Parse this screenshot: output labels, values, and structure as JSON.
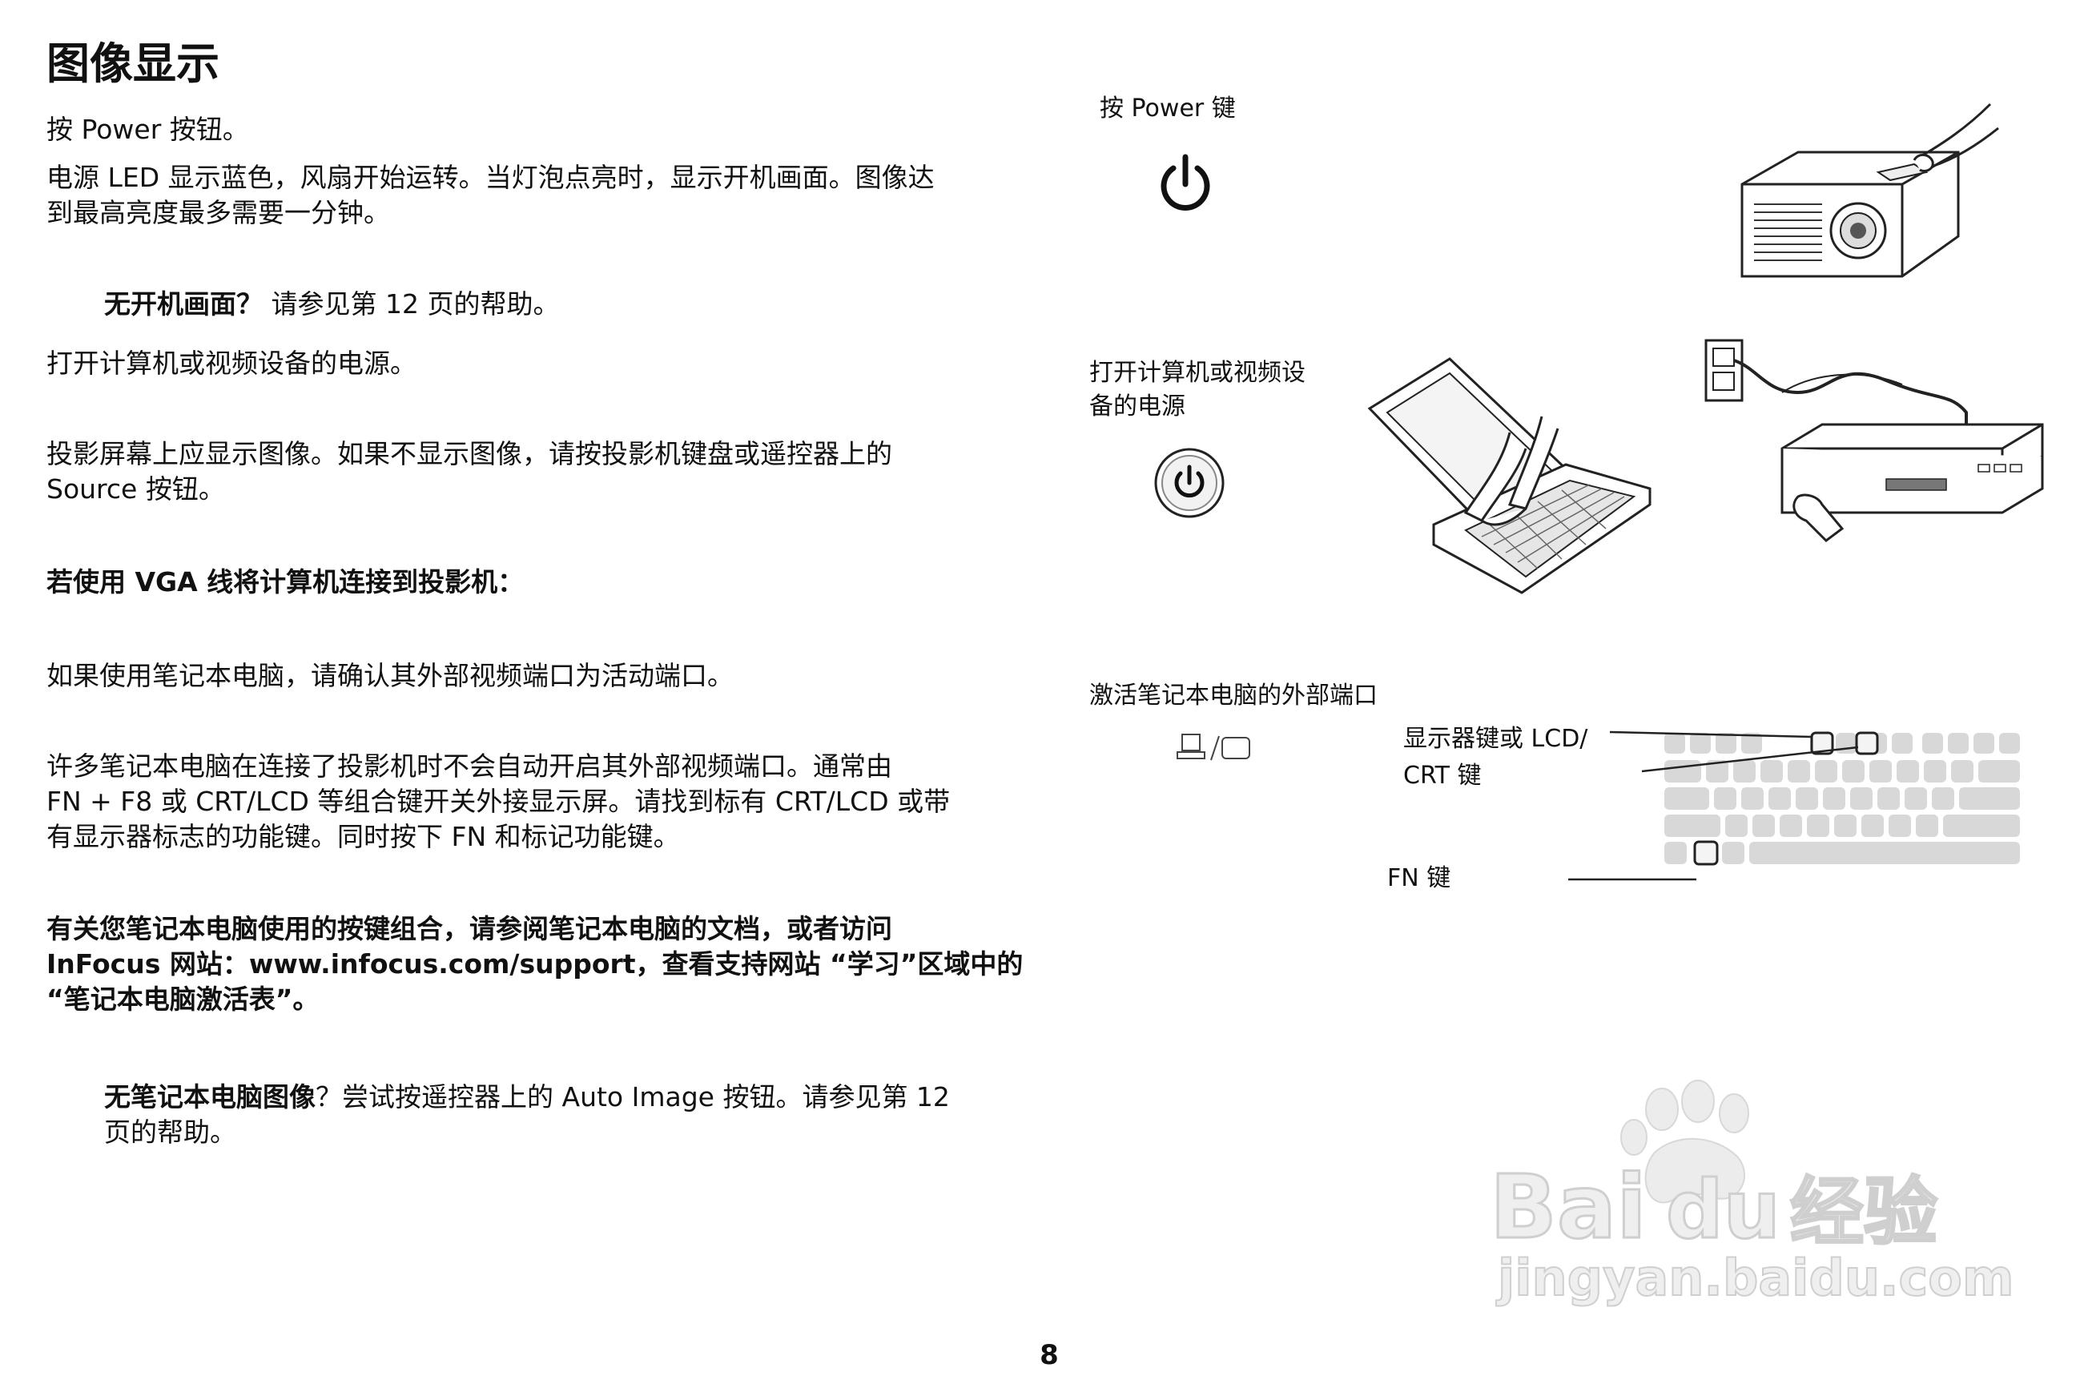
{
  "title": "图像显示",
  "left": {
    "p1": "按 Power 按钮。",
    "p2a": "电源 LED 显示蓝色，风扇开始运转。当灯泡点亮时，显示开机画面。图像达",
    "p2b": "到最高亮度最多需要一分钟。",
    "tip1_bold": "无开机画面？",
    "tip1_rest": " 请参见第 12 页的帮助。",
    "p3": "打开计算机或视频设备的电源。",
    "p4a": "投影屏幕上应显示图像。如果不显示图像，请按投影机键盘或遥控器上的",
    "p4b": "Source 按钮。",
    "h1": "若使用 VGA 线将计算机连接到投影机：",
    "p5": "如果使用笔记本电脑，请确认其外部视频端口为活动端口。",
    "p6a": "许多笔记本电脑在连接了投影机时不会自动开启其外部视频端口。通常由",
    "p6b": "FN + F8 或 CRT/LCD 等组合键开关外接显示屏。请找到标有 CRT/LCD 或带",
    "p6c": "有显示器标志的功能键。同时按下 FN 和标记功能键。",
    "p7a": "有关您笔记本电脑使用的按键组合，请参阅笔记本电脑的文档，或者访问",
    "p7b": "InFocus 网站：www.infocus.com/support，查看支持网站 “学习”区域中的",
    "p7c": "“笔记本电脑激活表”。",
    "tip2_bold": "无笔记本电脑图像",
    "tip2_rest": "？尝试按遥控器上的 Auto Image 按钮。请参见第 12",
    "tip2_line2": "页的帮助。"
  },
  "right": {
    "press_power": "按 Power 键",
    "turn_on_a": "打开计算机或视频设",
    "turn_on_b": "备的电源",
    "activate": "激活笔记本电脑的外部端口",
    "display_key_a": "显示器键或 LCD/",
    "display_key_b": "CRT 键",
    "fn_key": "FN 键"
  },
  "icons": {
    "power": "power-icon",
    "power_button": "power-button-icon",
    "monitor_toggle": "lcd-crt-toggle-icon"
  },
  "watermark": {
    "brand_a": "Bai",
    "brand_b": "du",
    "brand_c": "经验",
    "url": "jingyan.baidu.com"
  },
  "page_number": "8",
  "colors": {
    "text": "#111111",
    "line": "#222222",
    "key_gray": "#d8d8d8",
    "watermark": "#e2e2e2"
  }
}
